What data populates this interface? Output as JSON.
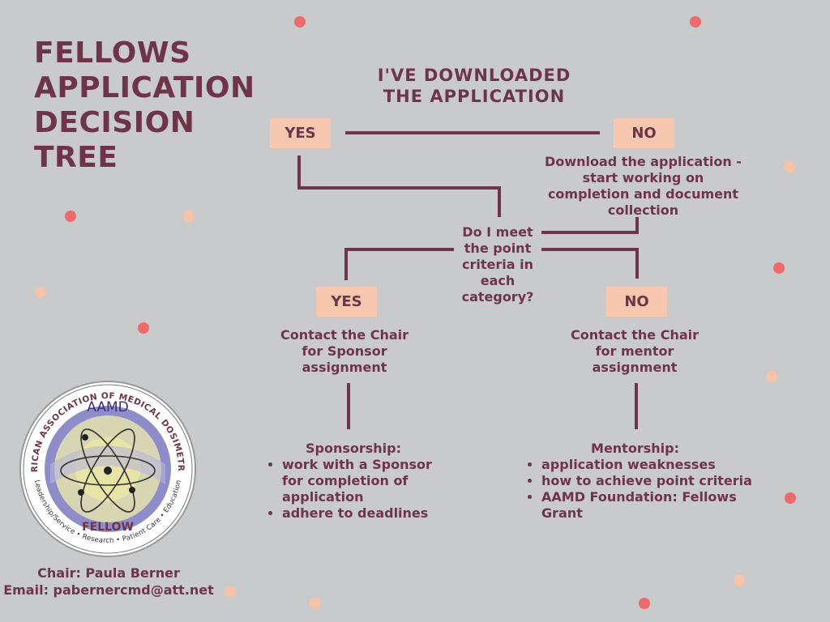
{
  "title": "FELLOWS APPLICATION DECISION TREE",
  "start_question": "I'VE DOWNLOADED THE APPLICATION",
  "branch1": {
    "yes_label": "YES",
    "no_label": "NO",
    "no_text": "Download the application - start working on completion and document collection"
  },
  "criteria_question": "Do I meet the point criteria in each category?",
  "branch2": {
    "yes_label": "YES",
    "yes_text": "Contact the Chair for Sponsor assignment",
    "no_label": "NO",
    "no_text": "Contact the Chair for mentor assignment"
  },
  "sponsorship": {
    "heading": "Sponsorship:",
    "items": [
      "work with a Sponsor for completion of application",
      "adhere to deadlines"
    ]
  },
  "mentorship": {
    "heading": "Mentorship:",
    "items": [
      "application weaknesses",
      "how to achieve point criteria",
      "AAMD Foundation: Fellows Grant"
    ]
  },
  "logo": {
    "ring_text_top": "AMERICAN ASSOCIATION OF MEDICAL DOSIMETRISTS",
    "ring_text_bottom": "Leadership/Service • Research • Patient Care • Education",
    "center_text": "AAMD",
    "banner_text": "FELLOW"
  },
  "contact": {
    "chair": "Chair: Paula Berner",
    "email": "Email: pabernercmd@att.net"
  },
  "colors": {
    "background": "#c9cacc",
    "text": "#6e3549",
    "tag": "#f7c7b0",
    "dot_red": "#ee6b6b",
    "dot_peach": "#f7c3a8"
  }
}
